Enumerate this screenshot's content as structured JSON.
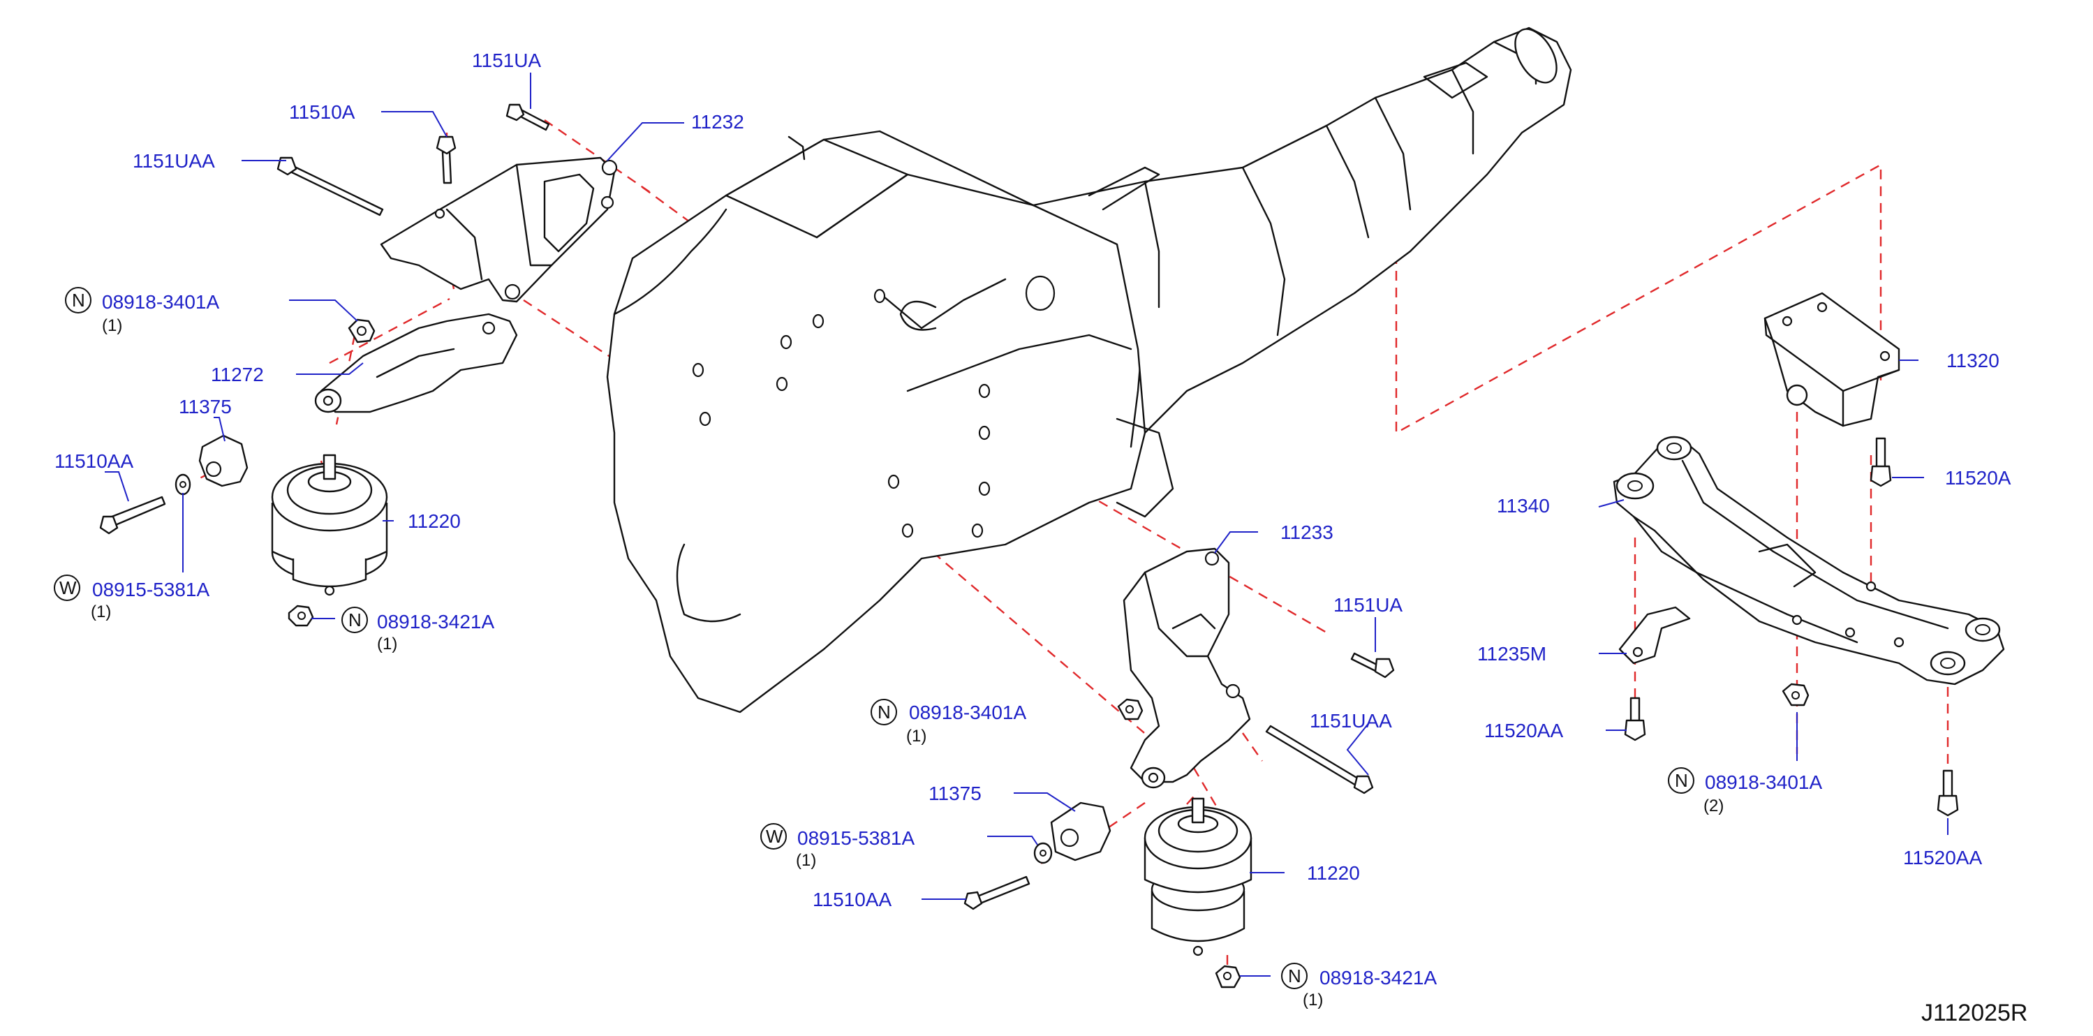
{
  "diagram_code": "J112025R",
  "symbols": {
    "nut": "N",
    "washer": "W"
  },
  "labels": {
    "l1151UA_top": "1151UA",
    "l11510A": "11510A",
    "l11232": "11232",
    "l1151UAA_top": "1151UAA",
    "l08918_3401A_left": "08918-3401A",
    "l11272": "11272",
    "l11375_left": "11375",
    "l11510AA_left": "11510AA",
    "l11220_left": "11220",
    "l08915_5381A_left": "08915-5381A",
    "l08918_3421A_left": "08918-3421A",
    "l11233": "11233",
    "l1151UA_right": "1151UA",
    "l08918_3401A_mid": "08918-3401A",
    "l1151UAA_right": "1151UAA",
    "l11375_mid": "11375",
    "l08915_5381A_mid": "08915-5381A",
    "l11510AA_mid": "11510AA",
    "l11220_mid": "11220",
    "l08918_3421A_mid": "08918-3421A",
    "l11320": "11320",
    "l11520A": "11520A",
    "l11340": "11340",
    "l11235M": "11235M",
    "l11520AA_left": "11520AA",
    "l08918_3401A_right": "08918-3401A",
    "l11520AA_right": "11520AA"
  },
  "quantities": {
    "q_3401A_left": "(1)",
    "q_5381A_left": "(1)",
    "q_3421A_left": "(1)",
    "q_3401A_mid": "(1)",
    "q_5381A_mid": "(1)",
    "q_3421A_mid": "(1)",
    "q_3401A_right": "(2)"
  },
  "colors": {
    "label": "#1f22c8",
    "dashed_line": "#e0282a",
    "outline": "#111111",
    "background": "#ffffff"
  }
}
